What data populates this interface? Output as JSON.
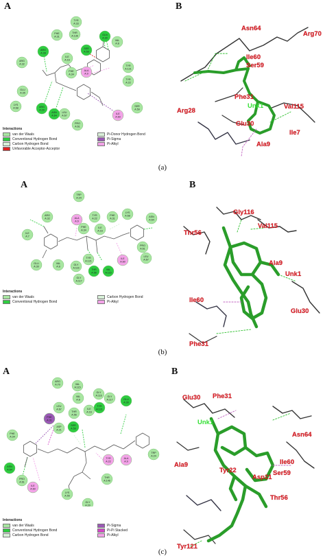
{
  "colors": {
    "van_der_waals": "#a8e6a1",
    "conv_hbond": "#2ecc40",
    "carbon_hbond": "#d8f0d8",
    "unfavorable": "#e02020",
    "pi_donor": "#d9efd9",
    "pi_sigma": "#9b59b6",
    "pi_alkyl": "#f3a3e8",
    "pi_pi_stacked": "#d548c8",
    "ligand_green": "#2a9d2a",
    "label_red": "#e8202a"
  },
  "panel_a": {
    "letter_left": "A",
    "letter_right": "B",
    "caption": "(a)",
    "residues": [
      "PHE A:31",
      "TYR A:33",
      "THR A:136",
      "GLN A:30",
      "VAL A:8",
      "ARG A:32",
      "ARG A:28",
      "SER A:59",
      "ALA A:9",
      "TYR A:121",
      "ILE A:16",
      "PHE A:34",
      "TYR A:22",
      "GLU A:35",
      "LEU A:67",
      "LYS A:68",
      "ARG A:29",
      "ASN A:64",
      "PRO A:61",
      "ILE A:60",
      "SER A:59"
    ],
    "labels_3d": [
      "Asn64",
      "Arg70",
      "Ile60",
      "Ser59",
      "Phe31",
      "Unk1",
      "Arg28",
      "Val115",
      "Glu30",
      "Ile7",
      "Ala9"
    ],
    "legend_title": "Interactions",
    "legend": [
      "van der Waals",
      "Pi-Donor Hydrogen Bond",
      "Conventional Hydrogen Bond",
      "Pi-Sigma",
      "Carbon Hydrogen Bond",
      "Pi-Alkyl",
      "Unfavorable Acceptor-Acceptor"
    ]
  },
  "panel_b": {
    "letter_left": "A",
    "letter_right": "B",
    "caption": "(b)",
    "residues": [
      "TRP A:24",
      "ARG A:32",
      "ALA A:9",
      "TYR A:22",
      "PHE A:31",
      "LYS A:68",
      "ASN A:64",
      "ILE A:7",
      "PHE A:34",
      "ILE A:16",
      "PRO A:61",
      "LEU A:67",
      "GLU A:30",
      "VAL A:8",
      "GLY A:116",
      "TYR A:121",
      "THR A:56",
      "VAL A:115",
      "ILE A:60",
      "GLY A:117"
    ],
    "labels_3d": [
      "Gly116",
      "Thr56",
      "Val115",
      "Ala9",
      "Unk1",
      "Ile60",
      "Glu30",
      "Phe31"
    ],
    "legend_title": "Interactions",
    "legend": [
      "van der Waals",
      "Carbon Hydrogen Bond",
      "Conventional Hydrogen Bond",
      "Pi-Alkyl"
    ]
  },
  "panel_c": {
    "letter_left": "A",
    "letter_right": "B",
    "caption": "(c)",
    "residues": [
      "ARG A:70",
      "VAL A:115",
      "VAL A:8",
      "GLY A:116",
      "GLY A:117",
      "GLU A:30",
      "LEU A:67",
      "PHE A:31",
      "THR A:56",
      "ILE A:16",
      "TYR A:121",
      "ASP A:21",
      "PHE A:34",
      "SER A:59",
      "TRP A:24",
      "TYR A:22",
      "ALA A:9",
      "ASN A:64",
      "PRO A:61",
      "ILE A:60",
      "THR A:146",
      "LYS A:55",
      "GLY A:20"
    ],
    "labels_3d": [
      "Glu30",
      "Phe31",
      "Unk1",
      "Asn64",
      "Ile60",
      "Ala9",
      "Tyr22",
      "Asp21",
      "Ser59",
      "Thr56",
      "Tyr121"
    ],
    "legend_title": "Interactions",
    "legend": [
      "van der Waals",
      "Pi-Sigma",
      "Conventional Hydrogen Bond",
      "Pi-Pi Stacked",
      "Carbon Hydrogen Bond",
      "Pi-Alkyl"
    ]
  }
}
